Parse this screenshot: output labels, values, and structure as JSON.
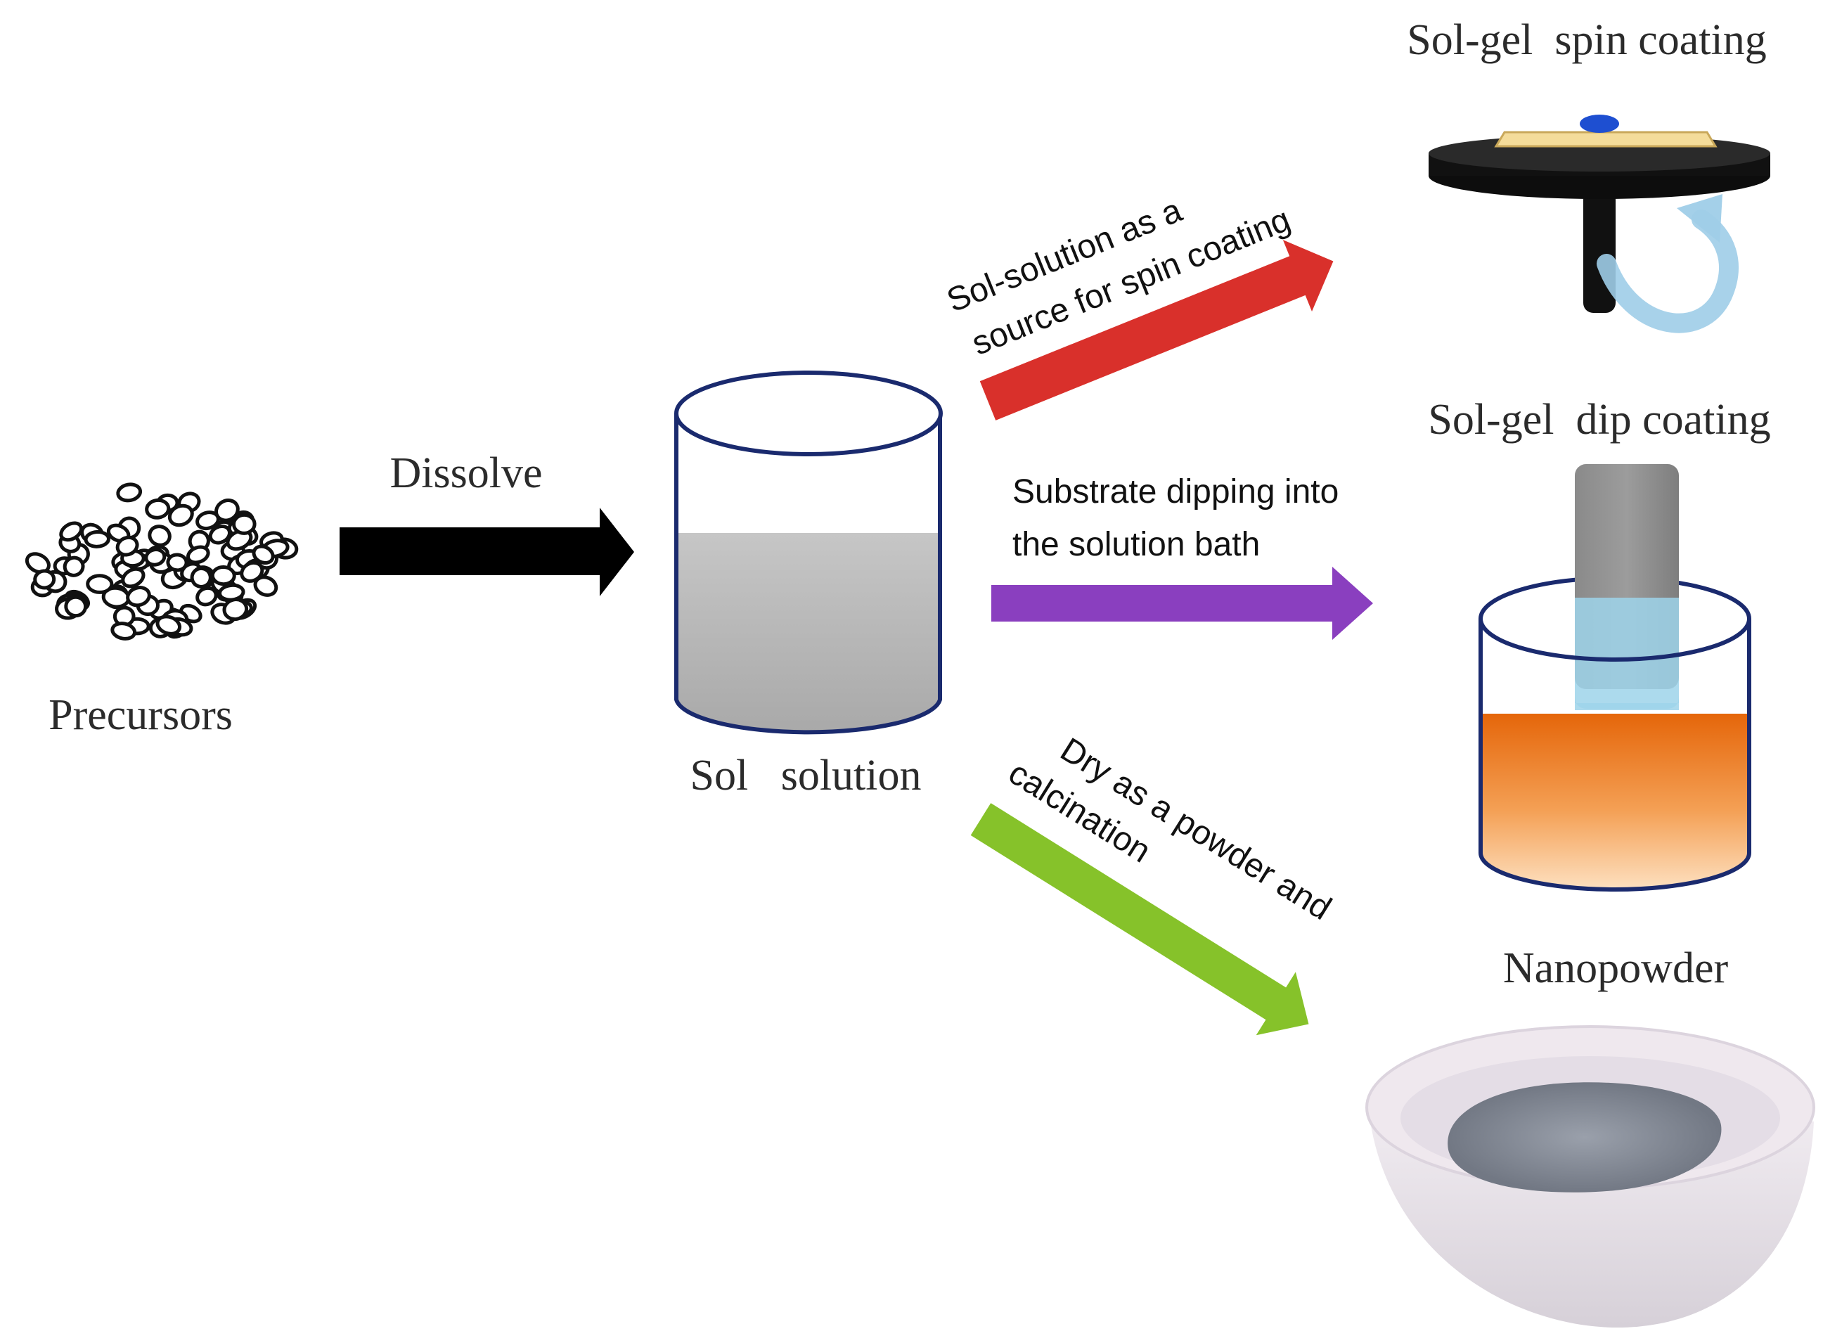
{
  "labels": {
    "precursors": "Precursors",
    "dissolve": "Dissolve",
    "sol_solution": "Sol   solution",
    "spin_coating_title": "Sol-gel  spin coating",
    "dip_coating_title": "Sol-gel  dip coating",
    "nanopowder_title": "Nanopowder"
  },
  "arrows": {
    "spin_line1": "Sol-solution as a",
    "spin_line2": "source for spin coating",
    "dip_line1": "Substrate dipping into",
    "dip_line2": "the solution bath",
    "powder_line1": "Dry as a powder and",
    "powder_line2": "calcination"
  },
  "colors": {
    "dissolve_arrow": "#000000",
    "spin_arrow": "#d9302b",
    "dip_arrow": "#8a3fbf",
    "powder_arrow": "#86c22a",
    "beaker_outline": "#1a2a6e",
    "sol_liquid": "#b9b9b9",
    "dip_liquid": "#f07a1a",
    "spin_drop": "#1e4fd1"
  },
  "icons": [
    "precursor-particles-icon",
    "sol-beaker-icon",
    "spin-coater-icon",
    "rotation-arrow-icon",
    "dip-coating-beaker-icon",
    "substrate-slide-icon",
    "crucible-icon",
    "nanopowder-icon"
  ]
}
